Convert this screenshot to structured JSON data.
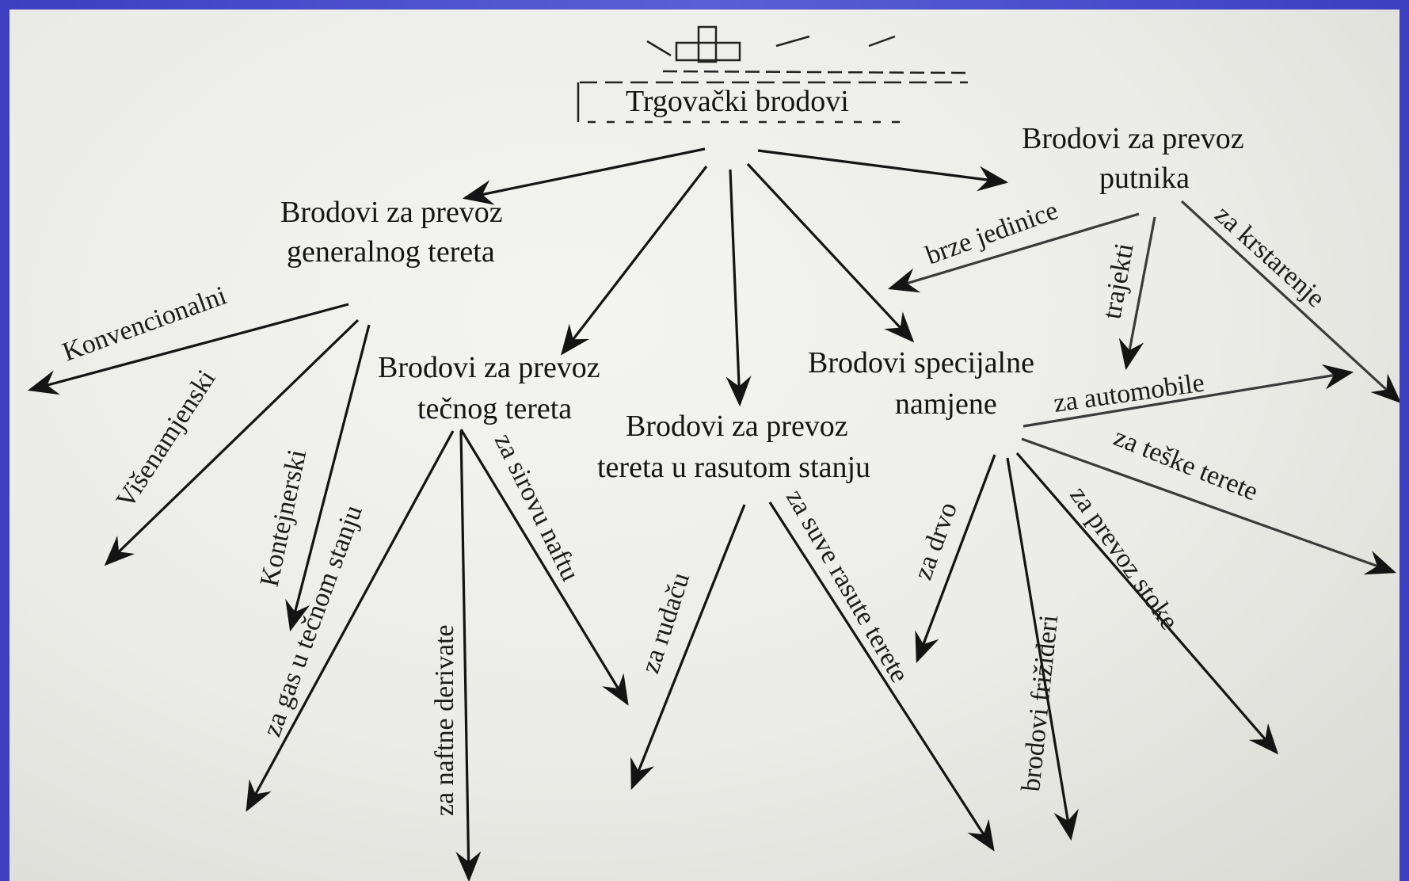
{
  "root": "Trgovački brodovi",
  "nodes": {
    "general_cargo_l1": "Brodovi za prevoz",
    "general_cargo_l2": "generalnog tereta",
    "liquid_cargo_l1": "Brodovi za prevoz",
    "liquid_cargo_l2": "tečnog tereta",
    "bulk_cargo_l1": "Brodovi za prevoz",
    "bulk_cargo_l2": "tereta u rasutom stanju",
    "special_l1": "Brodovi specijalne",
    "special_l2": "namjene",
    "passenger_l1": "Brodovi za prevoz",
    "passenger_l2": "putnika"
  },
  "edge_labels": {
    "konvencionalni": "Konvencionalni",
    "visenamjenski": "Višenamjenski",
    "kontejnerski": "Kontejnerski",
    "gas": "za gas u tečnom stanju",
    "naftne_derivate": "za naftne derivate",
    "sirovu_naftu": "za sirovu naftu",
    "rudacu": "za rudaču",
    "suve_rasute": "za suve rasute terete",
    "drvo": "za drvo",
    "frizideri": "brodovi frižideri",
    "stoka": "za prevoz stoke",
    "teski_tereti": "za teške terete",
    "automobile": "za automobile",
    "brze_jedinice": "brze jedinice",
    "trajekti": "trajekti",
    "kruzere": "za krstarenje"
  }
}
